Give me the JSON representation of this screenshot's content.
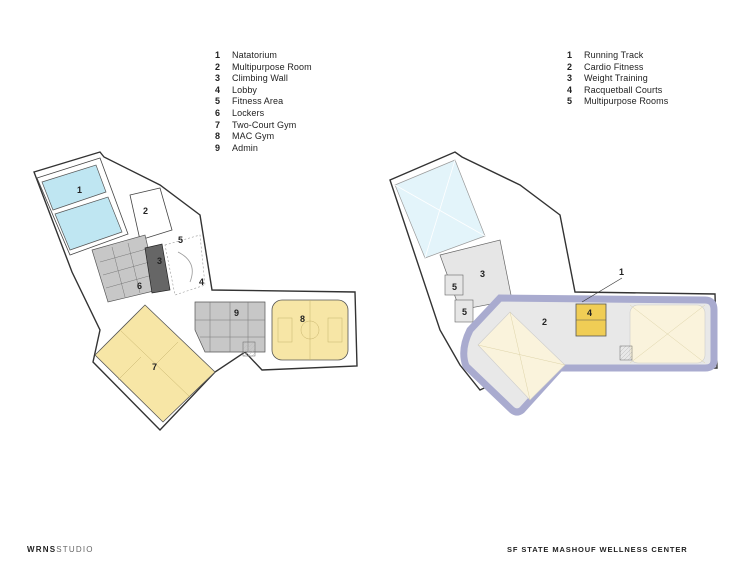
{
  "ground_floor": {
    "legend": [
      {
        "num": "1",
        "label": "Natatorium"
      },
      {
        "num": "2",
        "label": "Multipurpose Room"
      },
      {
        "num": "3",
        "label": "Climbing Wall"
      },
      {
        "num": "4",
        "label": "Lobby"
      },
      {
        "num": "5",
        "label": "Fitness Area"
      },
      {
        "num": "6",
        "label": "Lockers"
      },
      {
        "num": "7",
        "label": "Two-Court Gym"
      },
      {
        "num": "8",
        "label": "MAC Gym"
      },
      {
        "num": "9",
        "label": "Admin"
      }
    ],
    "room_tags": {
      "r1": "1",
      "r2": "2",
      "r3": "3",
      "r4": "4",
      "r5": "5",
      "r6": "6",
      "r7": "7",
      "r8": "8",
      "r9": "9"
    }
  },
  "upper_floor": {
    "legend": [
      {
        "num": "1",
        "label": "Running Track"
      },
      {
        "num": "2",
        "label": "Cardio Fitness"
      },
      {
        "num": "3",
        "label": "Weight Training"
      },
      {
        "num": "4",
        "label": "Racquetball Courts"
      },
      {
        "num": "5",
        "label": "Multipurpose Rooms"
      }
    ],
    "room_tags": {
      "r1": "1",
      "r2": "2",
      "r3": "3",
      "r4": "4",
      "r5a": "5",
      "r5b": "5"
    }
  },
  "colors": {
    "pool": "#bfe6f2",
    "gym": "#f7e6a6",
    "track": "#a9abcf",
    "lockers": "#c7c7c7",
    "racquetball": "#f0cd55"
  },
  "footer": {
    "brand_bold": "WRNS",
    "brand_light": "STUDIO",
    "project": "SF STATE MASHOUF WELLNESS CENTER"
  }
}
